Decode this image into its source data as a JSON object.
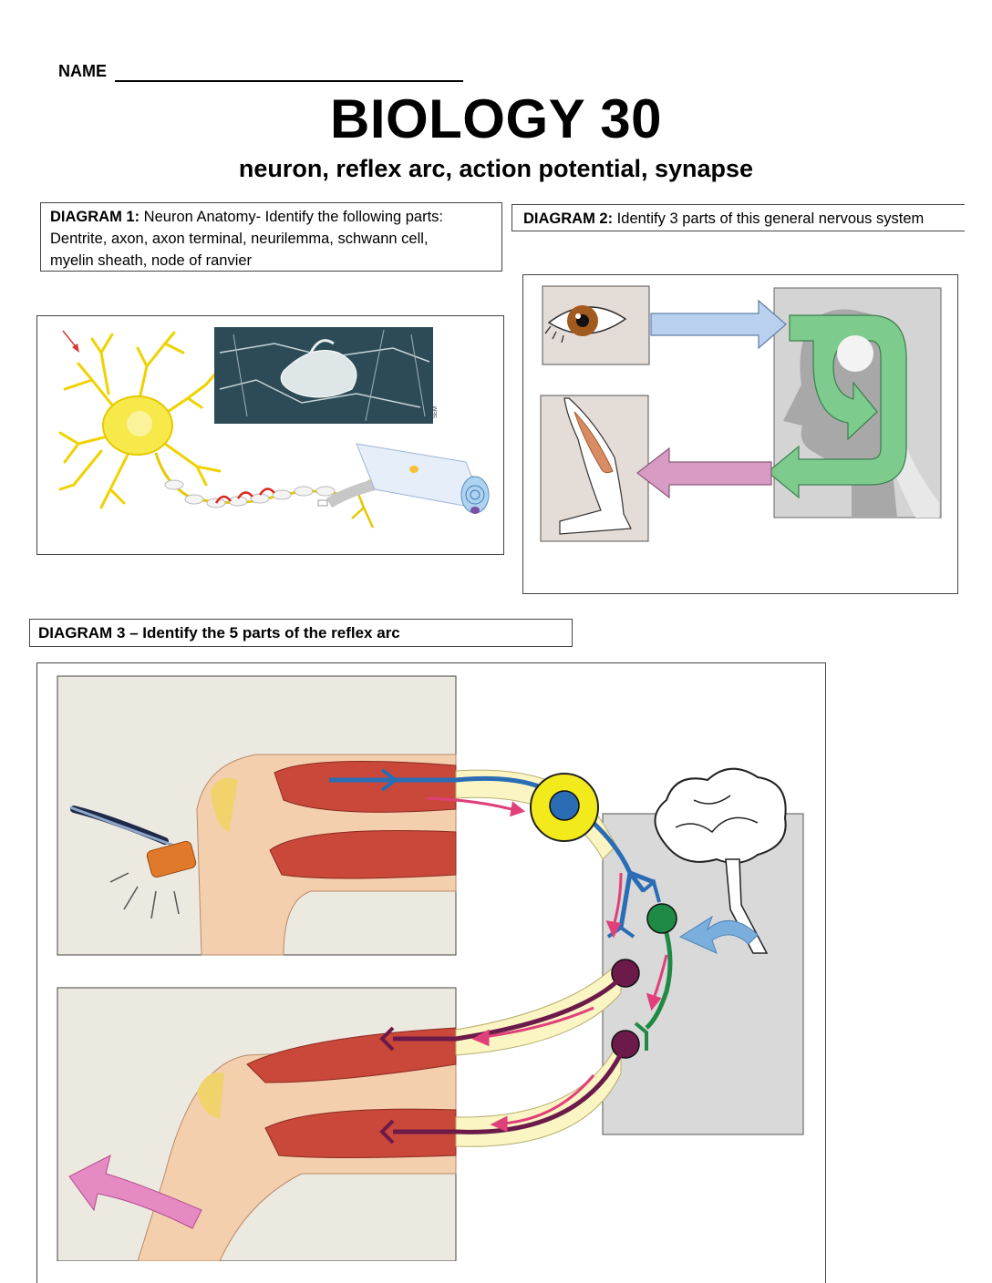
{
  "header": {
    "name_label": "NAME",
    "title": "BIOLOGY 30",
    "subtitle": "neuron, reflex arc, action potential, synapse"
  },
  "diagram1": {
    "label": "DIAGRAM 1:",
    "instruction": " Neuron Anatomy- Identify the following parts:",
    "parts_line1": "Dentrite, axon, axon terminal, neurilemma, schwann cell,",
    "parts_line2": "myelin sheath, node of ranvier",
    "micrograph_tag": "SEM"
  },
  "diagram2": {
    "label": "DIAGRAM 2:",
    "instruction": " Identify 3 parts of this general nervous system"
  },
  "diagram3": {
    "prompt": "DIAGRAM 3 – Identify the 5 parts of the reflex arc"
  },
  "colors": {
    "sensory_neuron": "#2a6db5",
    "interneuron": "#1f8a45",
    "motor_neuron": "#6b1a4a",
    "impulse_arrow": "#e0407a",
    "nerve_sheath": "#fbf5c4",
    "ganglion": "#f3ea1c",
    "cns_panel": "#d9d9d9",
    "input_arrow": "#b9d1ef",
    "process_arrow": "#7dcb8d",
    "output_arrow": "#d79bc4"
  }
}
